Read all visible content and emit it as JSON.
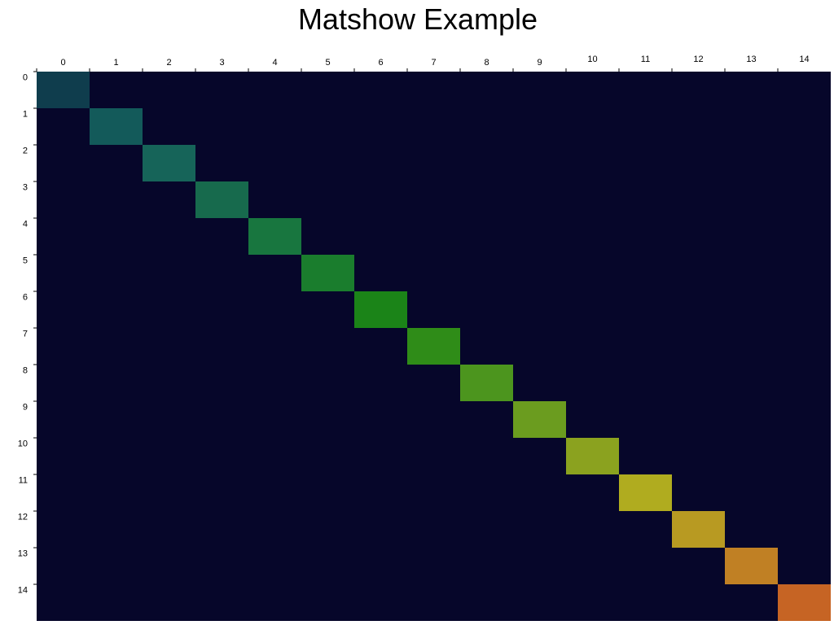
{
  "chart_data": {
    "type": "heatmap",
    "title": "Matshow Example",
    "x_ticks": [
      "0",
      "1",
      "2",
      "3",
      "4",
      "5",
      "6",
      "7",
      "8",
      "9",
      "10",
      "11",
      "12",
      "13",
      "14"
    ],
    "y_ticks": [
      "0",
      "1",
      "2",
      "3",
      "4",
      "5",
      "6",
      "7",
      "8",
      "9",
      "10",
      "11",
      "12",
      "13",
      "14"
    ],
    "background_color": "#06062a",
    "diagonal_values": [
      0,
      1,
      2,
      3,
      4,
      5,
      6,
      7,
      8,
      9,
      10,
      11,
      12,
      13,
      14
    ],
    "diagonal_colors": [
      "#0f3d4d",
      "#135a5a",
      "#166459",
      "#176a4d",
      "#18763f",
      "#1a7d2d",
      "#1b8418",
      "#2f8c18",
      "#4c951e",
      "#6b9c1f",
      "#8ba21f",
      "#b0ac1f",
      "#b89a22",
      "#c08024",
      "#c66424"
    ],
    "grid": false
  }
}
